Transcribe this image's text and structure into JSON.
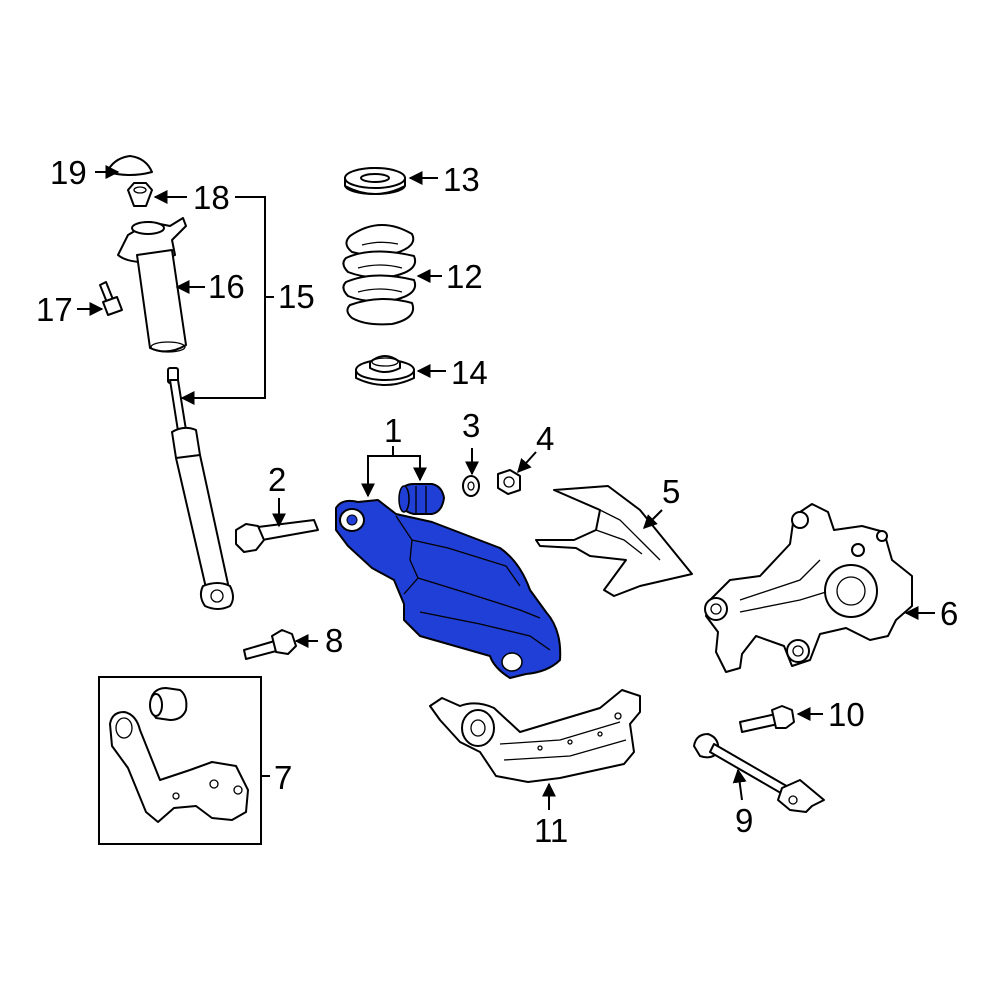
{
  "callouts": {
    "c1": "1",
    "c2": "2",
    "c3": "3",
    "c4": "4",
    "c5": "5",
    "c6": "6",
    "c7": "7",
    "c8": "8",
    "c9": "9",
    "c10": "10",
    "c11": "11",
    "c12": "12",
    "c13": "13",
    "c14": "14",
    "c15": "15",
    "c16": "16",
    "c17": "17",
    "c18": "18",
    "c19": "19"
  },
  "colors": {
    "highlight": "#1f3fd6",
    "line": "#000000",
    "background": "#ffffff"
  }
}
